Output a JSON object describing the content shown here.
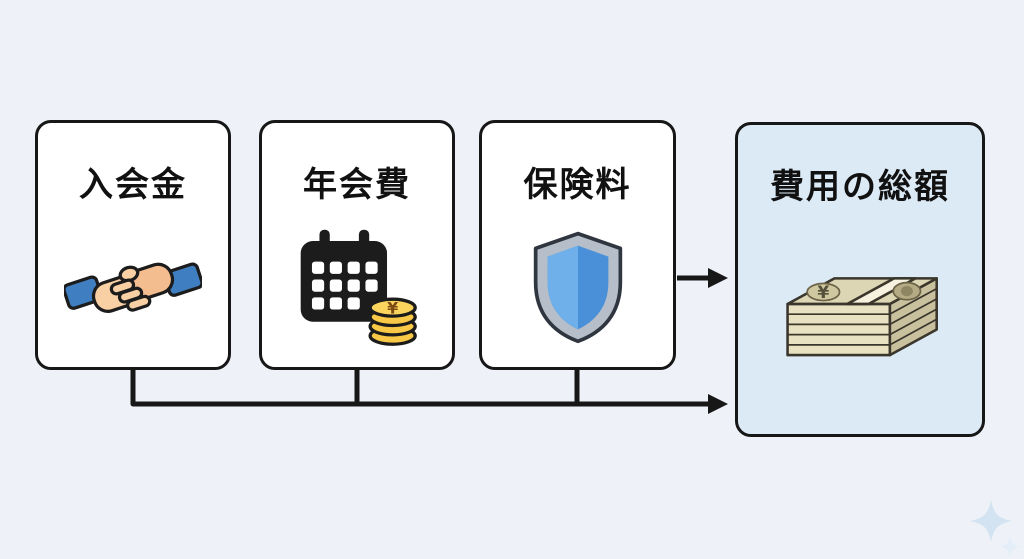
{
  "background_color": "#eef2f8",
  "diagram": {
    "boxes": [
      {
        "label": "入会金",
        "icon": "handshake-icon"
      },
      {
        "label": "年会費",
        "icon": "calendar-yen-icon"
      },
      {
        "label": "保険料",
        "icon": "shield-icon"
      },
      {
        "label": "費用の総額",
        "icon": "money-stack-icon"
      }
    ],
    "icon_symbols": {
      "yen_coin": "¥",
      "yen_note": "¥"
    },
    "colors": {
      "source_box_bg": "#ffffff",
      "total_box_bg": "#dceaf6",
      "box_border": "#171717",
      "arrow": "#171717",
      "sleeve_blue": "#3f7fc1",
      "hand_skin": "#f9cfa4",
      "calendar_black": "#1c1c1c",
      "coin_gold": "#f9c846",
      "shield_blue": "#4a90d8",
      "shield_silver": "#b6bfc9",
      "note_beige": "#e9e2c2",
      "sparkle_blue": "#d4e3f2"
    }
  }
}
